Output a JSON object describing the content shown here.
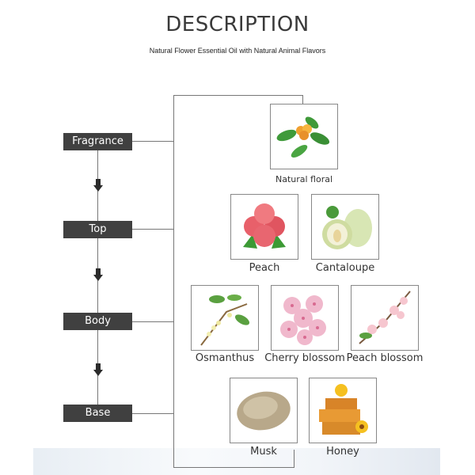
{
  "header": {
    "title": "DESCRIPTION",
    "subtitle": "Natural Flower Essential Oil with Natural Animal Flavors"
  },
  "stages": [
    {
      "label": "Fragrance"
    },
    {
      "label": "Top"
    },
    {
      "label": "Body"
    },
    {
      "label": "Base"
    }
  ],
  "ingredients": [
    {
      "label": "Natural floral"
    },
    {
      "label": "Peach"
    },
    {
      "label": "Cantaloupe"
    },
    {
      "label": "Osmanthus"
    },
    {
      "label": "Cherry blossom"
    },
    {
      "label": "Peach blossom"
    },
    {
      "label": "Musk"
    },
    {
      "label": "Honey"
    }
  ]
}
